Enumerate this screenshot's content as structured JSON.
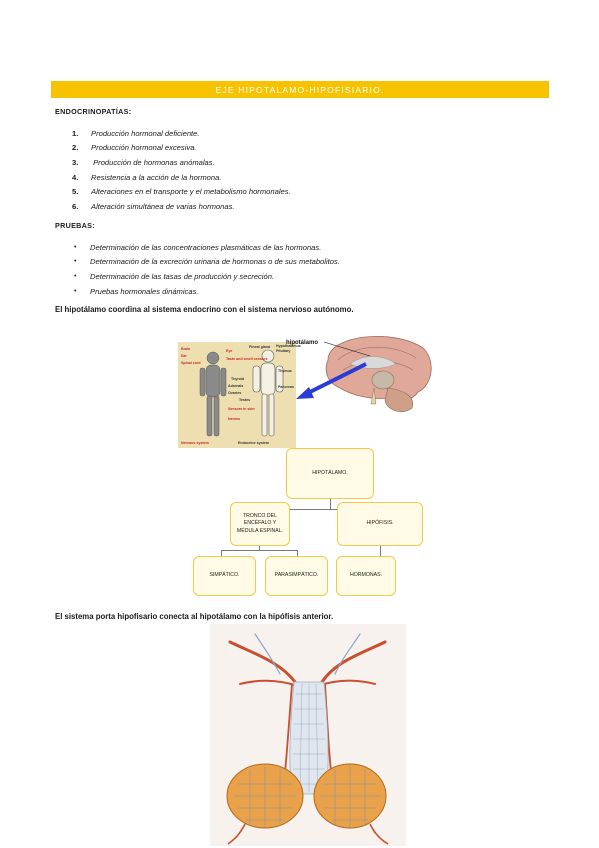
{
  "banner_title": "EJE HIPOTALAMO-HIPOFISIARIO.",
  "endocrinopatias": {
    "heading": "ENDOCRINOPATÍAS:",
    "items": [
      {
        "num": "1.",
        "text": "Producción hormonal deficiente."
      },
      {
        "num": "2.",
        "text": "Producción hormonal excesiva."
      },
      {
        "num": "3.",
        "text": " Producción de hormonas anómalas."
      },
      {
        "num": "4.",
        "text": "Resistencia a la acción de la hormona."
      },
      {
        "num": "5.",
        "text": "Alteraciones en el transporte y el metabolismo hormonales."
      },
      {
        "num": "6.",
        "text": "Alteración simultánea de varias hormonas."
      }
    ]
  },
  "pruebas": {
    "heading": "PRUEBAS:",
    "items": [
      "Determinación de las concentraciones plasmáticas de las hormonas.",
      "Determinación de la excreción urinaria de hormonas o de sus metabolitos.",
      "Determinación de las tasas de producción y secreción.",
      "Pruebas hormonales dinámicas."
    ]
  },
  "statement_1": "El hipotálamo coordina al sistema endocrino con el sistema nervioso autónomo.",
  "figure_1": {
    "labels": {
      "hypothalamus": "hipotálamo",
      "brain": "Brain",
      "eye": "Eye",
      "ear": "Ear",
      "spinal_cord": "Spinal cord",
      "pineal": "Pineal gland",
      "hypothalamus_en": "Hypothalamus",
      "pituitary": "Pituitary",
      "taste": "Taste and smell sensors",
      "thymus": "Thymus",
      "thyroid": "Thyroid",
      "adrenals": "Adrenals",
      "pancreas": "Pancreas",
      "ovaries": "Ovaries",
      "testes": "Testes",
      "skin": "Sensors in skin",
      "nerves": "Nerves",
      "nervous_system": "Nervous system",
      "endocrine_system": "Endocrine system"
    }
  },
  "org_chart": {
    "root": "HIPOTÁLAMO.",
    "left": "TRONCO DEL ENCÉFALO Y MÉDULA ESPINAL.",
    "right": "HIPÓFISIS.",
    "left_children": [
      "SIMPÁTICO.",
      "PARASIMPÁTICO."
    ],
    "right_children": [
      "HORMONAS."
    ]
  },
  "statement_2": "El sistema porta hipofisario conecta al hipotálamo con la hipófisis anterior.",
  "colors": {
    "accent": "#f7c300",
    "box_border": "#f2c94c",
    "box_fill": "#fffbe6"
  }
}
